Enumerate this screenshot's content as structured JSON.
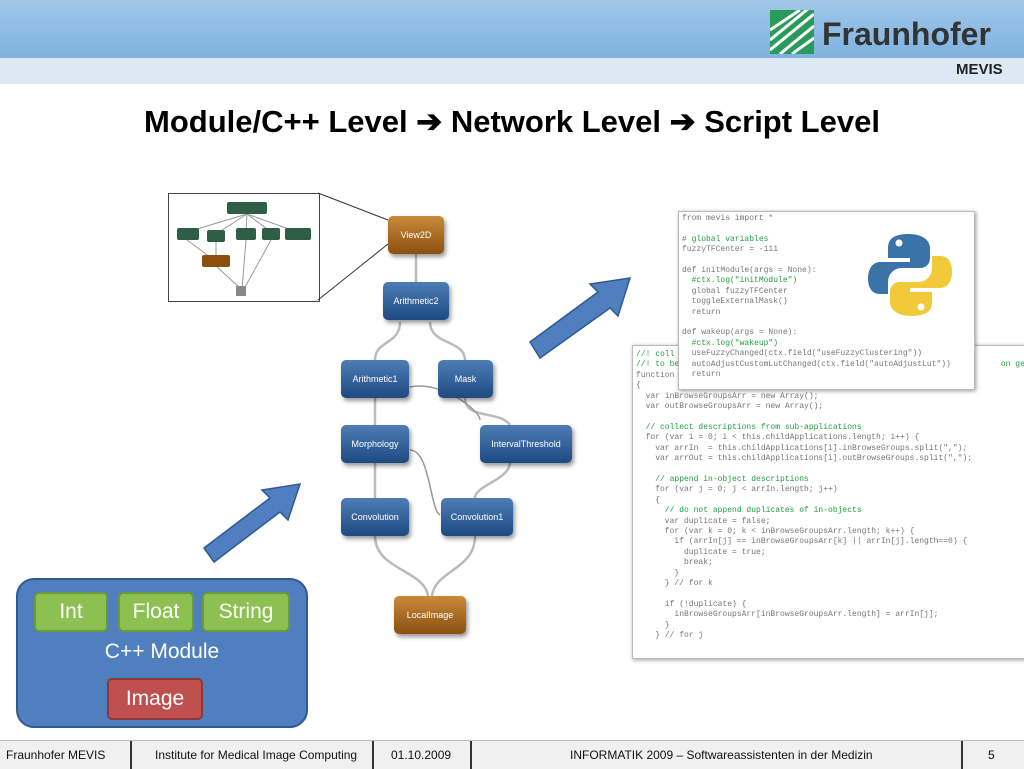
{
  "header": {
    "logo_word": "Fraunhofer",
    "logo_sub": "MEVIS",
    "brand_color": "#2a9a5a"
  },
  "title": "Module/C++ Level ➔ Network Level ➔ Script Level",
  "network": {
    "nodes": [
      "View2D",
      "Arithmetic2",
      "Arithmetic1",
      "Mask",
      "Morphology",
      "IntervalThreshold",
      "Convolution",
      "Convolution1",
      "LocalImage"
    ]
  },
  "python_code": {
    "lines": [
      "from mevis import *",
      "",
      "# global variables",
      "fuzzyTFCenter = -111",
      "",
      "def initModule(args = None):",
      "  #ctx.log(\"initModule\")",
      "  global fuzzyTFCenter",
      "  toggleExternalMask()",
      "  return",
      "",
      "def wakeup(args = None):",
      "  #ctx.log(\"wakeup\")",
      "  useFuzzyChanged(ctx.field(\"useFuzzyClustering\"))",
      "  autoAdjustCustomLutChanged(ctx.field(\"autoAdjustLut\"))",
      "  return"
    ]
  },
  "js_code": {
    "lines": [
      "//! coll",
      "//! to be                                                                   on generat",
      "function",
      "{",
      "  var inBrowseGroupsArr = new Array();",
      "  var outBrowseGroupsArr = new Array();",
      "",
      "  // collect descriptions from sub-applications",
      "  for (var i = 0; i < this.childApplications.length; i++) {",
      "    var arrIn  = this.childApplications[i].inBrowseGroups.split(\",\");",
      "    var arrOut = this.childApplications[i].outBrowseGroups.split(\",\");",
      "",
      "    // append in-object descriptions",
      "    for (var j = 0; j < arrIn.length; j++)",
      "    {",
      "      // do not append duplicates of in-objects",
      "      var duplicate = false;",
      "      for (var k = 0; k < inBrowseGroupsArr.length; k++) {",
      "        if (arrIn[j] == inBrowseGroupsArr[k] || arrIn[j].length==0) {",
      "          duplicate = true;",
      "          break;",
      "        }",
      "      } // for k",
      "",
      "      if (!duplicate) {",
      "        inBrowseGroupsArr[inBrowseGroupsArr.length] = arrIn[j];",
      "      }",
      "    } // for j"
    ]
  },
  "cpp_module": {
    "fields": [
      "Int",
      "Float",
      "String"
    ],
    "label": "C++ Module",
    "output": "Image"
  },
  "footer": {
    "org": "Fraunhofer MEVIS",
    "institute": "Institute for Medical Image Computing",
    "date": "01.10.2009",
    "event": "INFORMATIK 2009 – Softwareassistenten in der Medizin",
    "page": "5"
  }
}
